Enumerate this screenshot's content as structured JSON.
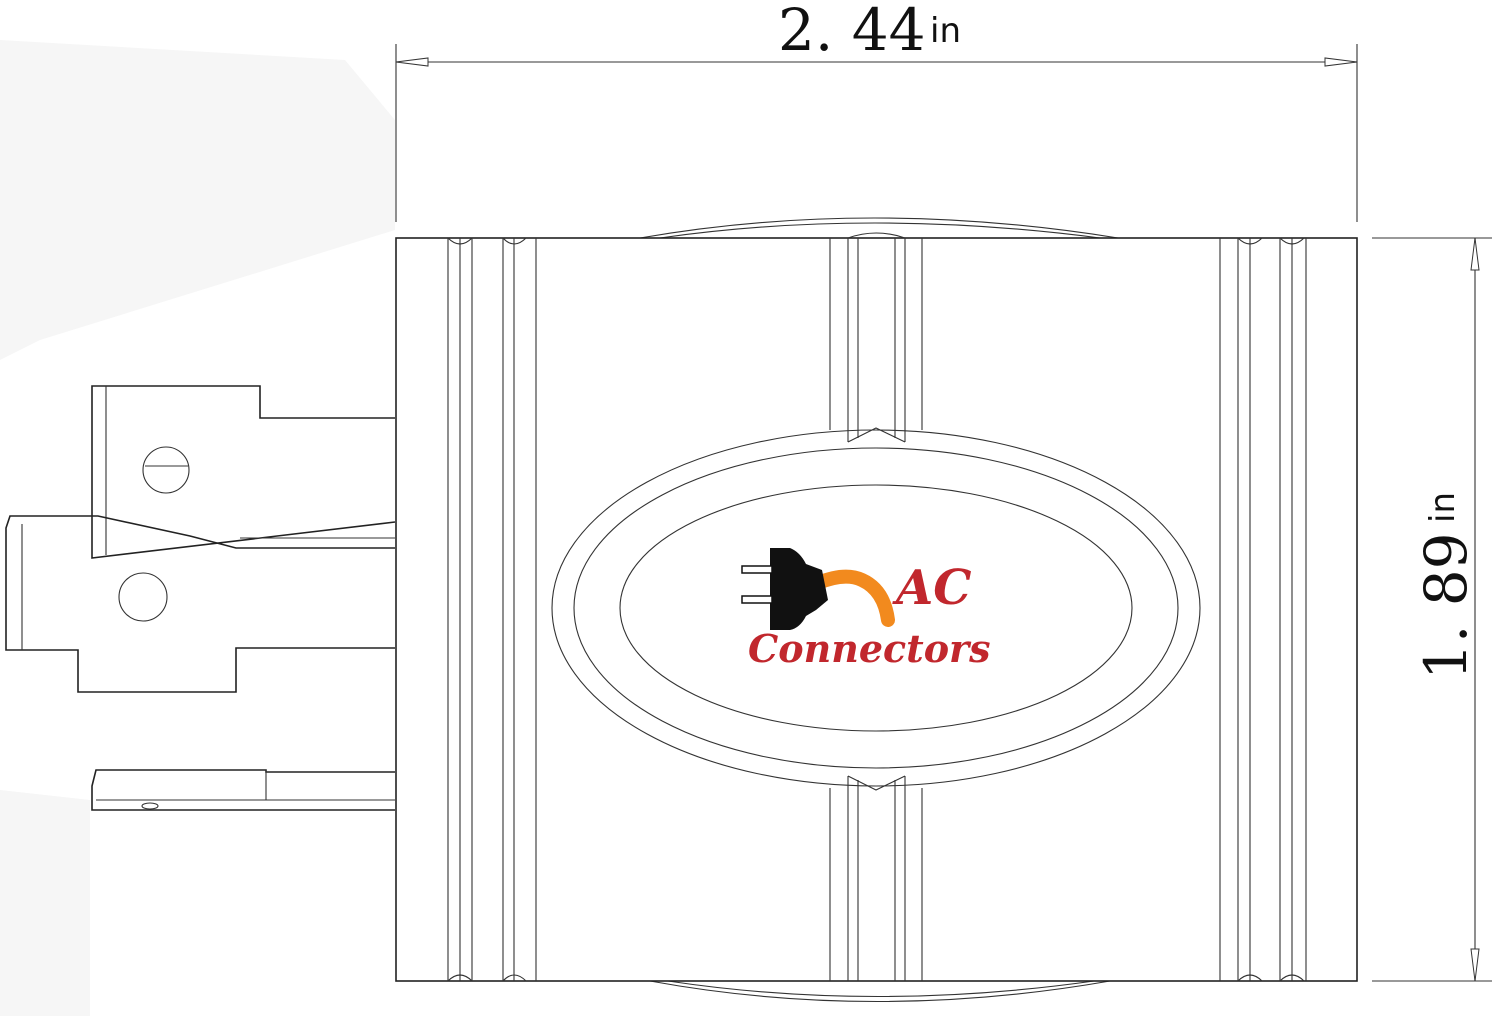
{
  "dimensions": {
    "width": {
      "value": "2. 44",
      "unit": "in"
    },
    "height": {
      "value": "1. 89",
      "unit": "in"
    }
  },
  "logo": {
    "line1": "AC",
    "line2": "Connectors",
    "text_color": "#c1272d",
    "cord_color": "#f28a1e",
    "plug_color": "#111111"
  }
}
